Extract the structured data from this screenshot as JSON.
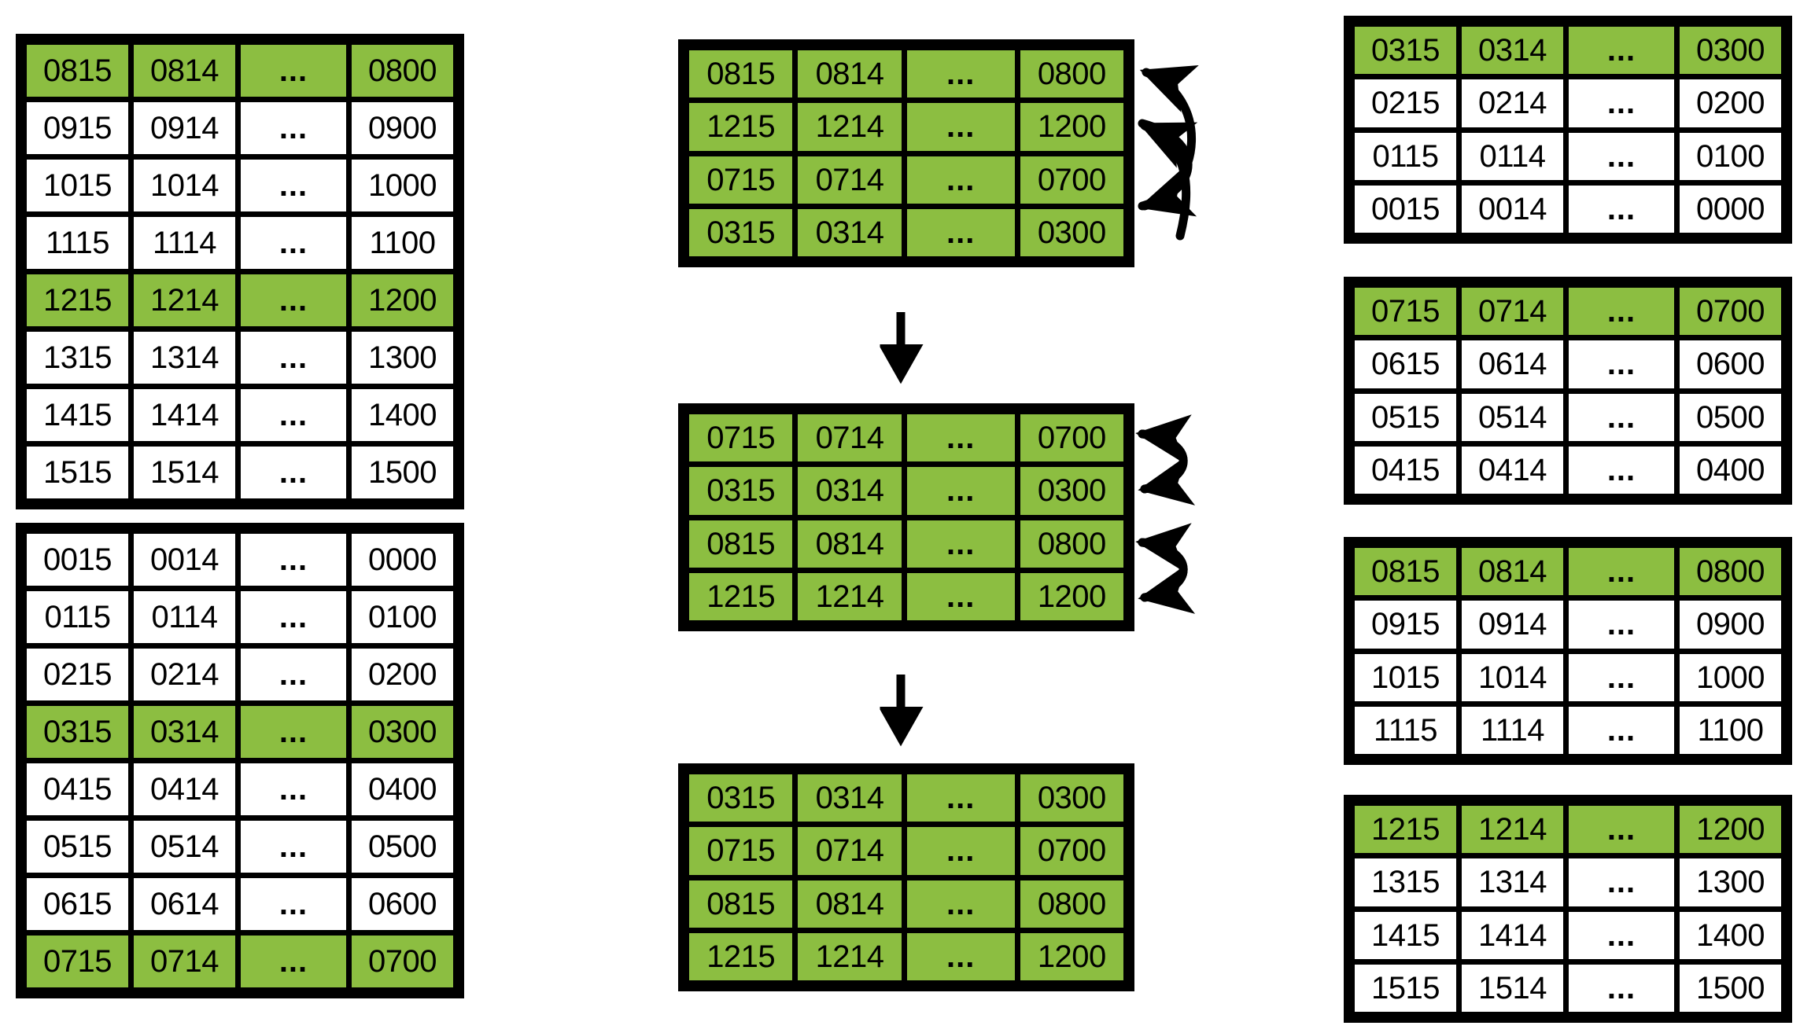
{
  "diagram": {
    "title": "Bucketed record-set reordering diagram",
    "colors": {
      "highlight_green": "#8CBE41",
      "border_black": "#000000",
      "cell_white": "#FFFFFF"
    },
    "ellipsis": "...",
    "columns": [
      "offset_plus_15",
      "offset_plus_14",
      "ellipsis",
      "offset_base"
    ]
  },
  "left_column": {
    "tables": [
      {
        "id": "left-table-1",
        "rows": [
          {
            "highlight": true,
            "cells": [
              "0815",
              "0814",
              "...",
              "0800"
            ]
          },
          {
            "highlight": false,
            "cells": [
              "0915",
              "0914",
              "...",
              "0900"
            ]
          },
          {
            "highlight": false,
            "cells": [
              "1015",
              "1014",
              "...",
              "1000"
            ]
          },
          {
            "highlight": false,
            "cells": [
              "1115",
              "1114",
              "...",
              "1100"
            ]
          },
          {
            "highlight": true,
            "cells": [
              "1215",
              "1214",
              "...",
              "1200"
            ]
          },
          {
            "highlight": false,
            "cells": [
              "1315",
              "1314",
              "...",
              "1300"
            ]
          },
          {
            "highlight": false,
            "cells": [
              "1415",
              "1414",
              "...",
              "1400"
            ]
          },
          {
            "highlight": false,
            "cells": [
              "1515",
              "1514",
              "...",
              "1500"
            ]
          }
        ]
      },
      {
        "id": "left-table-2",
        "rows": [
          {
            "highlight": false,
            "cells": [
              "0015",
              "0014",
              "...",
              "0000"
            ]
          },
          {
            "highlight": false,
            "cells": [
              "0115",
              "0114",
              "...",
              "0100"
            ]
          },
          {
            "highlight": false,
            "cells": [
              "0215",
              "0214",
              "...",
              "0200"
            ]
          },
          {
            "highlight": true,
            "cells": [
              "0315",
              "0314",
              "...",
              "0300"
            ]
          },
          {
            "highlight": false,
            "cells": [
              "0415",
              "0414",
              "...",
              "0400"
            ]
          },
          {
            "highlight": false,
            "cells": [
              "0515",
              "0514",
              "...",
              "0500"
            ]
          },
          {
            "highlight": false,
            "cells": [
              "0615",
              "0614",
              "...",
              "0600"
            ]
          },
          {
            "highlight": true,
            "cells": [
              "0715",
              "0714",
              "...",
              "0700"
            ]
          }
        ]
      }
    ]
  },
  "middle_column": {
    "tables": [
      {
        "id": "middle-table-1",
        "all_highlighted": true,
        "rows": [
          {
            "highlight": true,
            "cells": [
              "0815",
              "0814",
              "...",
              "0800"
            ]
          },
          {
            "highlight": true,
            "cells": [
              "1215",
              "1214",
              "...",
              "1200"
            ]
          },
          {
            "highlight": true,
            "cells": [
              "0715",
              "0714",
              "...",
              "0700"
            ]
          },
          {
            "highlight": true,
            "cells": [
              "0315",
              "0314",
              "...",
              "0300"
            ]
          }
        ],
        "swap_arrows": [
          {
            "from_row": 0,
            "to_row": 2,
            "label": "swap-arrow-outer"
          },
          {
            "from_row": 1,
            "to_row": 3,
            "label": "swap-arrow-inner"
          }
        ]
      },
      {
        "id": "middle-table-2",
        "all_highlighted": true,
        "rows": [
          {
            "highlight": true,
            "cells": [
              "0715",
              "0714",
              "...",
              "0700"
            ]
          },
          {
            "highlight": true,
            "cells": [
              "0315",
              "0314",
              "...",
              "0300"
            ]
          },
          {
            "highlight": true,
            "cells": [
              "0815",
              "0814",
              "...",
              "0800"
            ]
          },
          {
            "highlight": true,
            "cells": [
              "1215",
              "1214",
              "...",
              "1200"
            ]
          }
        ],
        "swap_arrows": [
          {
            "from_row": 0,
            "to_row": 1,
            "label": "swap-arrow-top"
          },
          {
            "from_row": 2,
            "to_row": 3,
            "label": "swap-arrow-bottom"
          }
        ]
      },
      {
        "id": "middle-table-3",
        "all_highlighted": true,
        "rows": [
          {
            "highlight": true,
            "cells": [
              "0315",
              "0314",
              "...",
              "0300"
            ]
          },
          {
            "highlight": true,
            "cells": [
              "0715",
              "0714",
              "...",
              "0700"
            ]
          },
          {
            "highlight": true,
            "cells": [
              "0815",
              "0814",
              "...",
              "0800"
            ]
          },
          {
            "highlight": true,
            "cells": [
              "1215",
              "1214",
              "...",
              "1200"
            ]
          }
        ],
        "swap_arrows": []
      }
    ],
    "step_arrows": [
      {
        "id": "step-arrow-1",
        "direction": "down"
      },
      {
        "id": "step-arrow-2",
        "direction": "down"
      }
    ]
  },
  "right_column": {
    "tables": [
      {
        "id": "right-table-1",
        "rows": [
          {
            "highlight": true,
            "cells": [
              "0315",
              "0314",
              "...",
              "0300"
            ]
          },
          {
            "highlight": false,
            "cells": [
              "0215",
              "0214",
              "...",
              "0200"
            ]
          },
          {
            "highlight": false,
            "cells": [
              "0115",
              "0114",
              "...",
              "0100"
            ]
          },
          {
            "highlight": false,
            "cells": [
              "0015",
              "0014",
              "...",
              "0000"
            ]
          }
        ]
      },
      {
        "id": "right-table-2",
        "rows": [
          {
            "highlight": true,
            "cells": [
              "0715",
              "0714",
              "...",
              "0700"
            ]
          },
          {
            "highlight": false,
            "cells": [
              "0615",
              "0614",
              "...",
              "0600"
            ]
          },
          {
            "highlight": false,
            "cells": [
              "0515",
              "0514",
              "...",
              "0500"
            ]
          },
          {
            "highlight": false,
            "cells": [
              "0415",
              "0414",
              "...",
              "0400"
            ]
          }
        ]
      },
      {
        "id": "right-table-3",
        "rows": [
          {
            "highlight": true,
            "cells": [
              "0815",
              "0814",
              "...",
              "0800"
            ]
          },
          {
            "highlight": false,
            "cells": [
              "0915",
              "0914",
              "...",
              "0900"
            ]
          },
          {
            "highlight": false,
            "cells": [
              "1015",
              "1014",
              "...",
              "1000"
            ]
          },
          {
            "highlight": false,
            "cells": [
              "1115",
              "1114",
              "...",
              "1100"
            ]
          }
        ]
      },
      {
        "id": "right-table-4",
        "rows": [
          {
            "highlight": true,
            "cells": [
              "1215",
              "1214",
              "...",
              "1200"
            ]
          },
          {
            "highlight": false,
            "cells": [
              "1315",
              "1314",
              "...",
              "1300"
            ]
          },
          {
            "highlight": false,
            "cells": [
              "1415",
              "1414",
              "...",
              "1400"
            ]
          },
          {
            "highlight": false,
            "cells": [
              "1515",
              "1514",
              "...",
              "1500"
            ]
          }
        ]
      }
    ]
  }
}
